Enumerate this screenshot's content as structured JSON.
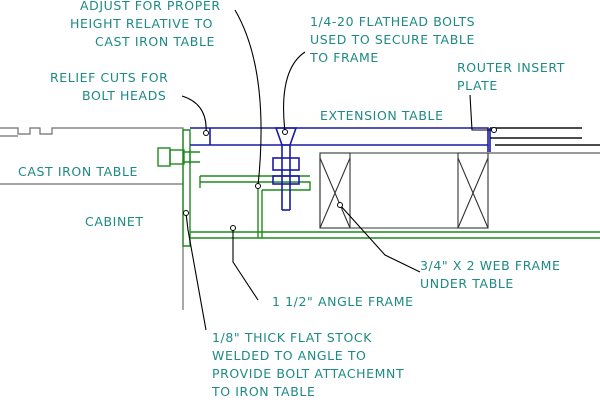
{
  "labels": {
    "adjust": [
      "ADJUST FOR PROPER",
      "HEIGHT RELATIVE TO",
      "CAST IRON TABLE"
    ],
    "bolts": [
      "1/4-20 FLATHEAD BOLTS",
      "USED TO SECURE TABLE",
      "TO FRAME"
    ],
    "router": [
      "ROUTER INSERT",
      "PLATE"
    ],
    "relief": [
      "RELIEF CUTS FOR",
      "BOLT HEADS"
    ],
    "extension": [
      "EXTENSION TABLE"
    ],
    "cast_iron": [
      "CAST IRON TABLE"
    ],
    "cabinet": [
      "CABINET"
    ],
    "web_frame": [
      "3/4\" X 2 WEB FRAME",
      "UNDER TABLE"
    ],
    "angle_frame": [
      "1 1/2\" ANGLE FRAME"
    ],
    "flat_stock": [
      "1/8\" THICK FLAT STOCK",
      "WELDED TO ANGLE TO",
      "PROVIDE BOLT ATTACHEMNT",
      "TO IRON TABLE"
    ]
  },
  "colors": {
    "label": "#1d8a86",
    "cast_iron": "#6d6d6d",
    "angle_frame": "#1f8a1f",
    "extension_table": "#1a1aa6",
    "router_plate": "#111111"
  }
}
